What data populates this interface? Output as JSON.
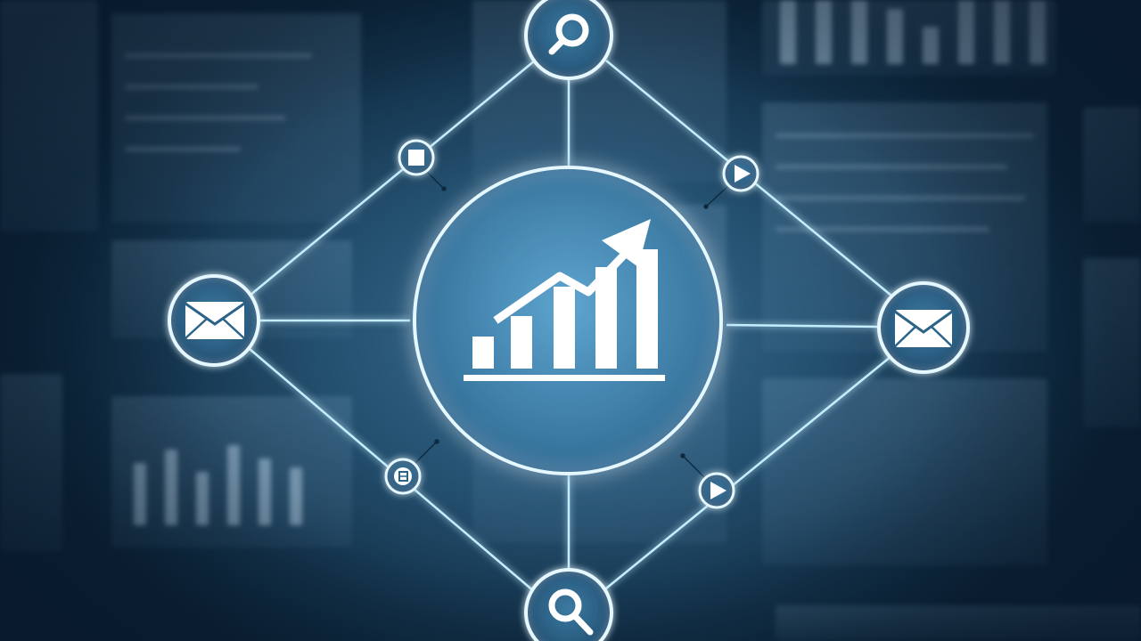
{
  "colors": {
    "glow": "#8fdcff",
    "line": "#bdebff",
    "node_fill": "#2a6187",
    "hub_fill": "#3f87b4",
    "icon": "#ffffff"
  },
  "network": {
    "hub": {
      "icon": "growth-chart-icon"
    },
    "nodes": [
      {
        "name": "search-node-top",
        "icon": "magnifier-icon"
      },
      {
        "name": "mail-node-left",
        "icon": "envelope-icon"
      },
      {
        "name": "mail-node-right",
        "icon": "envelope-icon"
      },
      {
        "name": "search-node-bottom",
        "icon": "magnifier-icon"
      },
      {
        "name": "stop-node",
        "icon": "square-icon"
      },
      {
        "name": "play-node-upper",
        "icon": "play-icon"
      },
      {
        "name": "play-node-lower",
        "icon": "play-icon"
      },
      {
        "name": "document-node",
        "icon": "document-icon"
      }
    ]
  }
}
